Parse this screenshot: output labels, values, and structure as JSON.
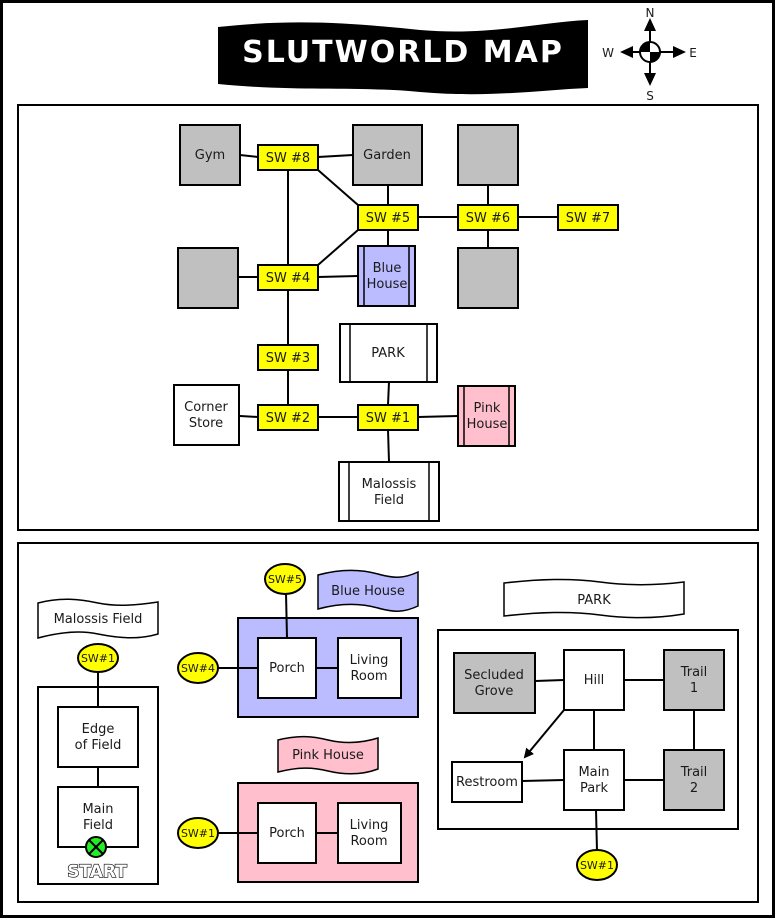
{
  "title": "SLUTWORLD MAP",
  "compass": {
    "north": "N",
    "south": "S",
    "east": "E",
    "west": "W"
  },
  "colors": {
    "sidewalk": "#ffff00",
    "unexplored": "#c0c0c0",
    "blue_house": "#bbbbff",
    "pink_house": "#ffbfcc",
    "start_marker": "#22ee22",
    "title_banner": "#000000"
  },
  "overview": {
    "locations": {
      "gym": "Gym",
      "garden": "Garden",
      "blue_house_line1": "Blue",
      "blue_house_line2": "House",
      "park": "PARK",
      "corner_store_line1": "Corner",
      "corner_store_line2": "Store",
      "pink_house_line1": "Pink",
      "pink_house_line2": "House",
      "malossis_field_line1": "Malossis",
      "malossis_field_line2": "Field"
    },
    "sidewalks": {
      "sw1": "SW #1",
      "sw2": "SW #2",
      "sw3": "SW #3",
      "sw4": "SW #4",
      "sw5": "SW #5",
      "sw6": "SW #6",
      "sw7": "SW #7",
      "sw8": "SW #8"
    }
  },
  "malossis_field": {
    "banner": "Malossis Field",
    "entry": "SW#1",
    "edge_line1": "Edge",
    "edge_line2": "of Field",
    "main_line1": "Main",
    "main_line2": "Field",
    "start_label": "START"
  },
  "blue_house": {
    "banner": "Blue House",
    "entry_top": "SW#5",
    "entry_left": "SW#4",
    "porch": "Porch",
    "living_line1": "Living",
    "living_line2": "Room"
  },
  "pink_house": {
    "banner": "Pink House",
    "entry_left": "SW#1",
    "porch": "Porch",
    "living_line1": "Living",
    "living_line2": "Room"
  },
  "park": {
    "banner": "PARK",
    "secluded_line1": "Secluded",
    "secluded_line2": "Grove",
    "hill": "Hill",
    "trail1_line1": "Trail",
    "trail1_line2": "1",
    "restroom": "Restroom",
    "main_line1": "Main",
    "main_line2": "Park",
    "trail2_line1": "Trail",
    "trail2_line2": "2",
    "exit": "SW#1"
  }
}
